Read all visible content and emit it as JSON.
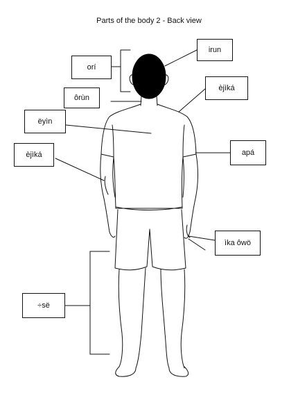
{
  "title": "Parts of the body 2 - Back view",
  "labels": {
    "ori": "orí",
    "irun": "irun",
    "orun": "ôrùn",
    "ejika_right": "èjìká",
    "eyin": "ëyìn",
    "ejika_left": "èjìká",
    "apa": "apá",
    "ika_owo": "ìka ôwö",
    "ese": "÷së"
  },
  "colors": {
    "ink": "#111111",
    "hair": "#000000",
    "background": "#ffffff"
  }
}
